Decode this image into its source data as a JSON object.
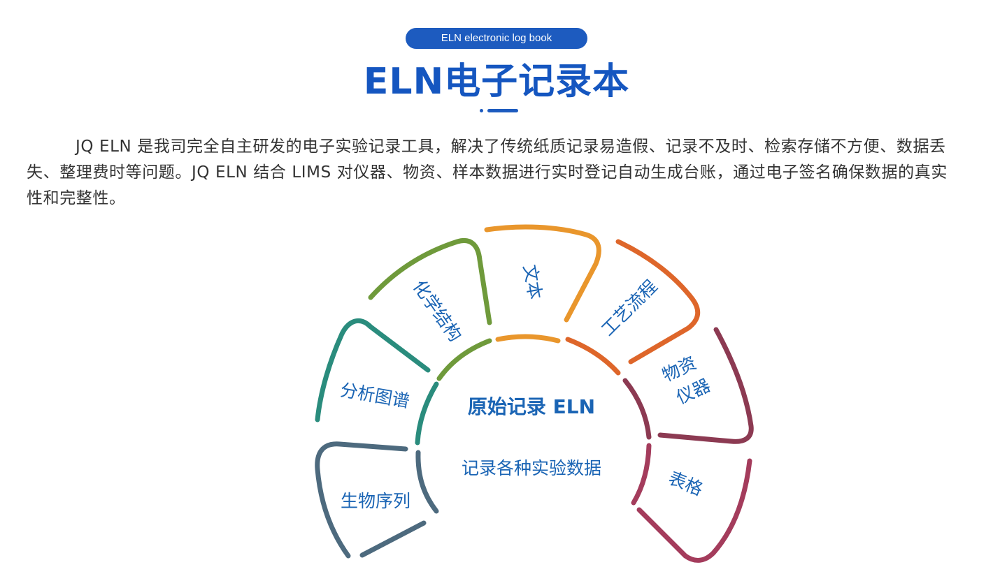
{
  "header": {
    "badge": "ELN electronic log book",
    "title": "ELN电子记录本"
  },
  "intro": {
    "text": "JQ ELN 是我司完全自主研发的电子实验记录工具，解决了传统纸质记录易造假、记录不及时、检索存储不方便、数据丢失、整理费时等问题。JQ ELN 结合 LIMS 对仪器、物资、样本数据进行实时登记自动生成台账，通过电子签名确保数据的真实性和完整性。"
  },
  "diagram": {
    "center": {
      "title": "原始记录 ELN",
      "subtitle": "记录各种实验数据"
    },
    "segments": [
      {
        "label": "生物序列",
        "color": "#4d6a7e"
      },
      {
        "label": "分析图谱",
        "color": "#2a8c7d"
      },
      {
        "label": "化学结构",
        "color": "#6f9a3b"
      },
      {
        "label": "文本",
        "color": "#e9962c"
      },
      {
        "label": "工艺流程",
        "color": "#de662a"
      },
      {
        "label": "物资",
        "color": "#8c3a52"
      },
      {
        "label": "仪器",
        "color": "#8c3a52"
      },
      {
        "label": "表格",
        "color": "#a43c5c"
      }
    ]
  }
}
